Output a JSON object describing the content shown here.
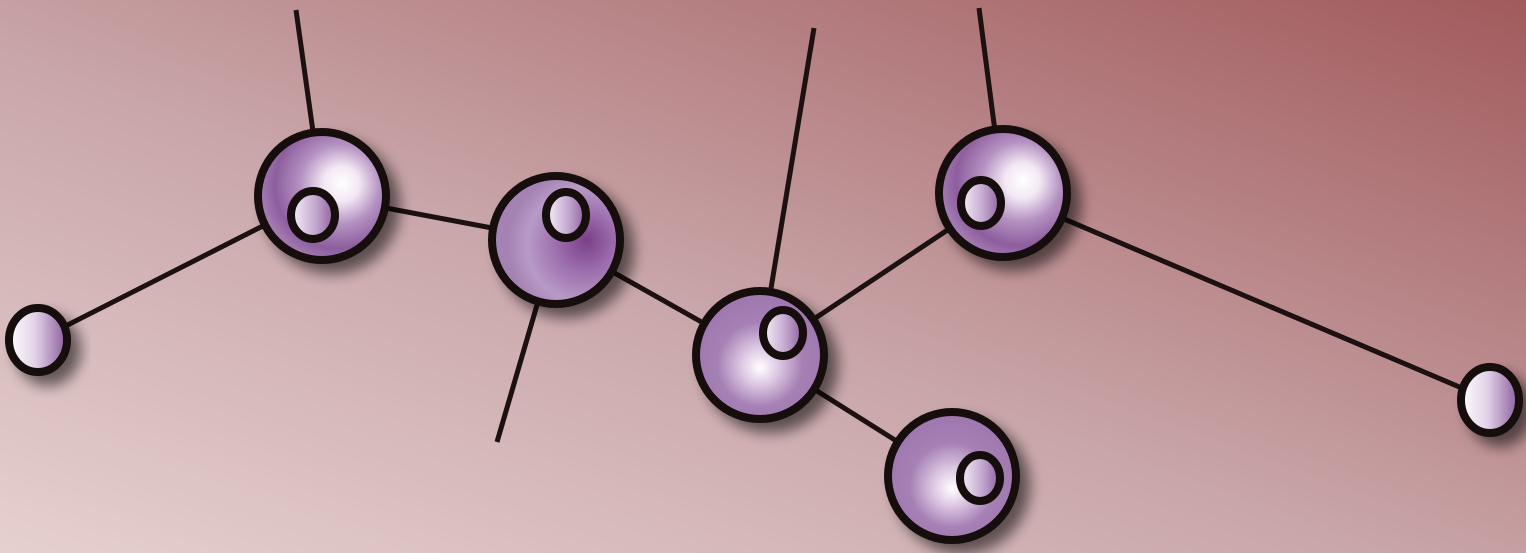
{
  "colors": {
    "background_light": "#e5cdcd",
    "background_mid": "#c49ea3",
    "background_dark": "#a15d5f",
    "bond_line": "#1c1010",
    "atom_outline": "#120a0a",
    "atom_fill_dark": "#7b4d8c",
    "atom_fill_mid": "#a07cb0",
    "atom_highlight": "#ffffff"
  },
  "atoms": [
    {
      "id": "a1",
      "kind": "small-atom"
    },
    {
      "id": "a2",
      "kind": "large-atom-with-inner-sphere"
    },
    {
      "id": "a3",
      "kind": "large-atom-with-inner-sphere"
    },
    {
      "id": "a4",
      "kind": "large-atom-with-inner-sphere"
    },
    {
      "id": "a5",
      "kind": "large-atom-with-inner-sphere"
    },
    {
      "id": "a6",
      "kind": "large-atom-with-inner-sphere"
    },
    {
      "id": "a7",
      "kind": "small-atom"
    }
  ]
}
